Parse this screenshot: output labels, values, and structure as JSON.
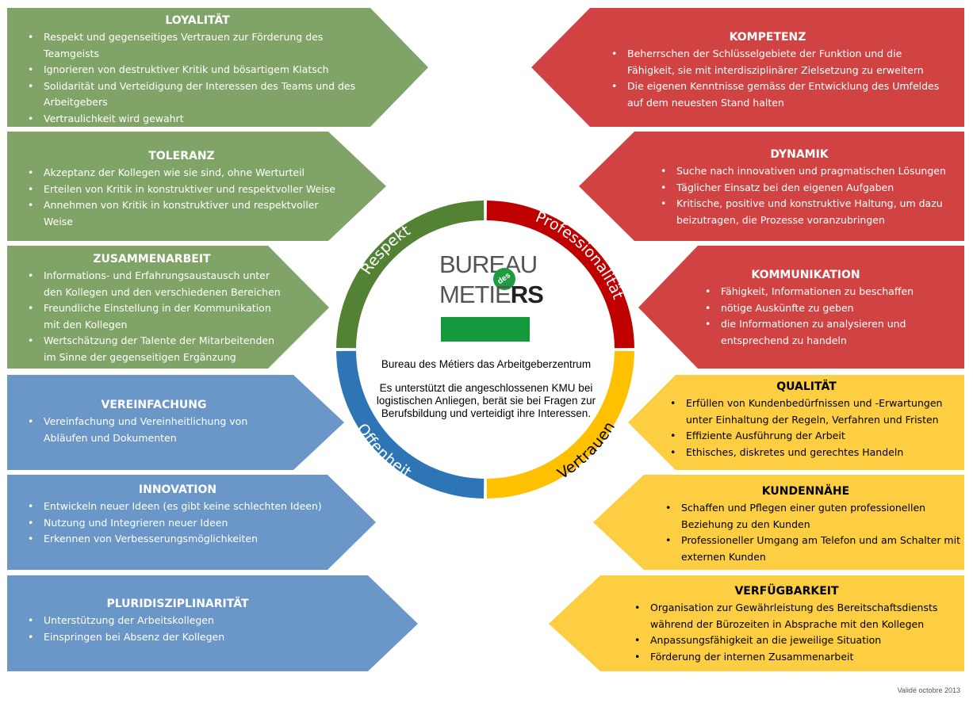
{
  "left_boxes": [
    {
      "title": "LOYALITÄT",
      "items": [
        "Respekt und gegenseitiges Vertrauen zur Förderung des Teamgeists",
        "Ignorieren von destruktiver Kritik und bösartigem Klatsch",
        "Solidarität und Verteidigung der Interessen des Teams und des Arbeitgebers",
        "Vertraulichkeit wird gewahrt"
      ]
    },
    {
      "title": "TOLERANZ",
      "items": [
        "Akzeptanz der Kollegen wie sie sind, ohne Werturteil",
        "Erteilen von Kritik in konstruktiver und respektvoller Weise",
        "Annehmen von Kritik in konstruktiver und respektvoller Weise"
      ]
    },
    {
      "title": "ZUSAMMENARBEIT",
      "items": [
        "Informations- und Erfahrungsaustausch unter den Kollegen und den verschiedenen Bereichen",
        "Freundliche Einstellung in der Kommunikation mit den Kollegen",
        "Wertschätzung der Talente der Mitarbeitenden im Sinne der gegenseitigen Ergänzung"
      ]
    },
    {
      "title": "VEREINFACHUNG",
      "items": [
        "Vereinfachung und Vereinheitlichung von Abläufen und Dokumenten"
      ]
    },
    {
      "title": "INNOVATION",
      "items": [
        "Entwickeln neuer Ideen (es gibt keine schlechten Ideen)",
        "Nutzung und Integrieren neuer Ideen",
        "Erkennen von Verbesserungsmöglichkeiten"
      ]
    },
    {
      "title": "PLURIDISZIPLINARITÄT",
      "items": [
        "Unterstützung der Arbeitskollegen",
        "Einspringen bei Absenz der Kollegen"
      ]
    }
  ],
  "right_boxes": [
    {
      "title": "KOMPETENZ",
      "items": [
        "Beherrschen der Schlüsselgebiete der Funktion und die Fähigkeit, sie mit interdisziplinärer Zielsetzung zu erweitern",
        "Die eigenen Kenntnisse gemäss der Entwicklung des Umfeldes auf dem neuesten Stand halten"
      ]
    },
    {
      "title": "DYNAMIK",
      "items": [
        "Suche nach innovativen und pragmatischen Lösungen",
        "Täglicher Einsatz bei den eigenen Aufgaben",
        "Kritische, positive und konstruktive Haltung, um dazu beizutragen, die Prozesse voranzubringen"
      ]
    },
    {
      "title": "KOMMUNIKATION",
      "items": [
        "Fähigkeit, Informationen zu beschaffen",
        "nötige Auskünfte zu geben",
        "die Informationen zu analysieren und entsprechend zu handeln"
      ]
    },
    {
      "title": "QUALITÄT",
      "items": [
        "Erfüllen von Kundenbedürfnissen und -Erwartungen unter Einhaltung der Regeln, Verfahren und Fristen",
        "Effiziente Ausführung der Arbeit",
        "Ethisches, diskretes und gerechtes Handeln"
      ]
    },
    {
      "title": "KUNDENNÄHE",
      "items": [
        "Schaffen und Pflegen einer guten professionellen Beziehung zu den Kunden",
        "Professioneller Umgang am Telefon und am Schalter mit externen Kunden"
      ]
    },
    {
      "title": "VERFÜGBARKEIT",
      "items": [
        "Organisation zur Gewährleistung des Bereitschaftsdiensts während der Bürozeiten in Absprache mit den Kollegen",
        "Anpassungsfähigkeit an die jeweilige Situation",
        "Förderung der internen Zusammenarbeit"
      ]
    }
  ],
  "ring": {
    "segments": [
      {
        "label": "Respekt",
        "color": "#548235"
      },
      {
        "label": "Professionalität",
        "color": "#c00000"
      },
      {
        "label": "Vertrauen",
        "color": "#ffc000"
      },
      {
        "label": "Offenheit",
        "color": "#2e75b6"
      }
    ]
  },
  "logo": {
    "line1_a": "BUREAU",
    "line1_b": "",
    "badge": "des",
    "line2_a": "METIE",
    "line2_b": "RS"
  },
  "center": {
    "title": "Bureau des Métiers das Arbeitgeberzentrum",
    "description": "Es unterstützt die angeschlossenen KMU bei logistischen Anliegen, berät sie bei Fragen zur Berufsbildung und verteidigt ihre Interessen."
  },
  "colors": {
    "green": "#80a467",
    "red": "#d14343",
    "blue": "#6a97c7",
    "yellow": "#fdcd42"
  },
  "footer": "Validé octobre 2013"
}
